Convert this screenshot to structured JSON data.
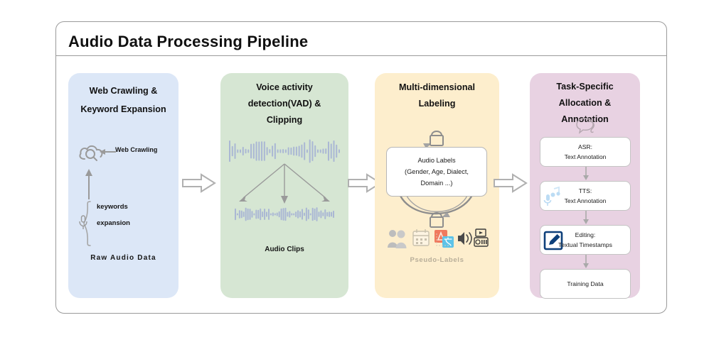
{
  "diagram": {
    "title": "Audio Data Processing Pipeline",
    "stages": [
      {
        "id": "web-crawling",
        "title_lines": [
          "Web Crawling &",
          "Keyword Expansion"
        ],
        "color": "#dce7f7",
        "crawl_label": "Web Crawling",
        "keywords_label": "keywords",
        "expansion_label": "expansion",
        "output_label": "Raw  Audio  Data",
        "icons": [
          "cloud-search-icon",
          "microphone-icon"
        ]
      },
      {
        "id": "vad-clipping",
        "title_lines": [
          "Voice activity",
          "detection(VAD) &",
          "Clipping"
        ],
        "color": "#d6e6d3",
        "output_label": "Audio Clips",
        "icons": [
          "waveform-icon",
          "audio-clip-icon"
        ]
      },
      {
        "id": "multi-dimensional-labeling",
        "title_lines": [
          "Multi-dimensional",
          "Labeling"
        ],
        "color": "#fdeecd",
        "card_lines": [
          "Audio Labels",
          "(Gender, Age, Dialect,",
          "Domain ...)"
        ],
        "output_label": "Pseudo-Labels",
        "output_color": "#b8ae99",
        "icons": [
          "lock-icon",
          "people-icon",
          "calendar-icon",
          "translate-icon",
          "speaker-icon",
          "video-icon"
        ]
      },
      {
        "id": "task-specific-allocation",
        "title_lines": [
          "Task-Specific",
          "Allocation &",
          "Annotation"
        ],
        "color": "#e8d2e2",
        "icons": [
          "speech-ear-icon"
        ],
        "tasks": [
          {
            "lines": [
              "ASR:",
              "Text Annotation"
            ],
            "icon": ""
          },
          {
            "lines": [
              "TTS:",
              "Text Annotation"
            ],
            "icon": "music-mic-icon"
          },
          {
            "lines": [
              "Editing:",
              "Textual Timestamps"
            ],
            "icon": "edit-pencil-icon"
          },
          {
            "lines": [
              "Training Data"
            ],
            "icon": ""
          }
        ]
      }
    ],
    "flow_arrows": [
      "stage1-to-stage2",
      "stage2-to-stage3",
      "stage3-to-stage4"
    ]
  }
}
